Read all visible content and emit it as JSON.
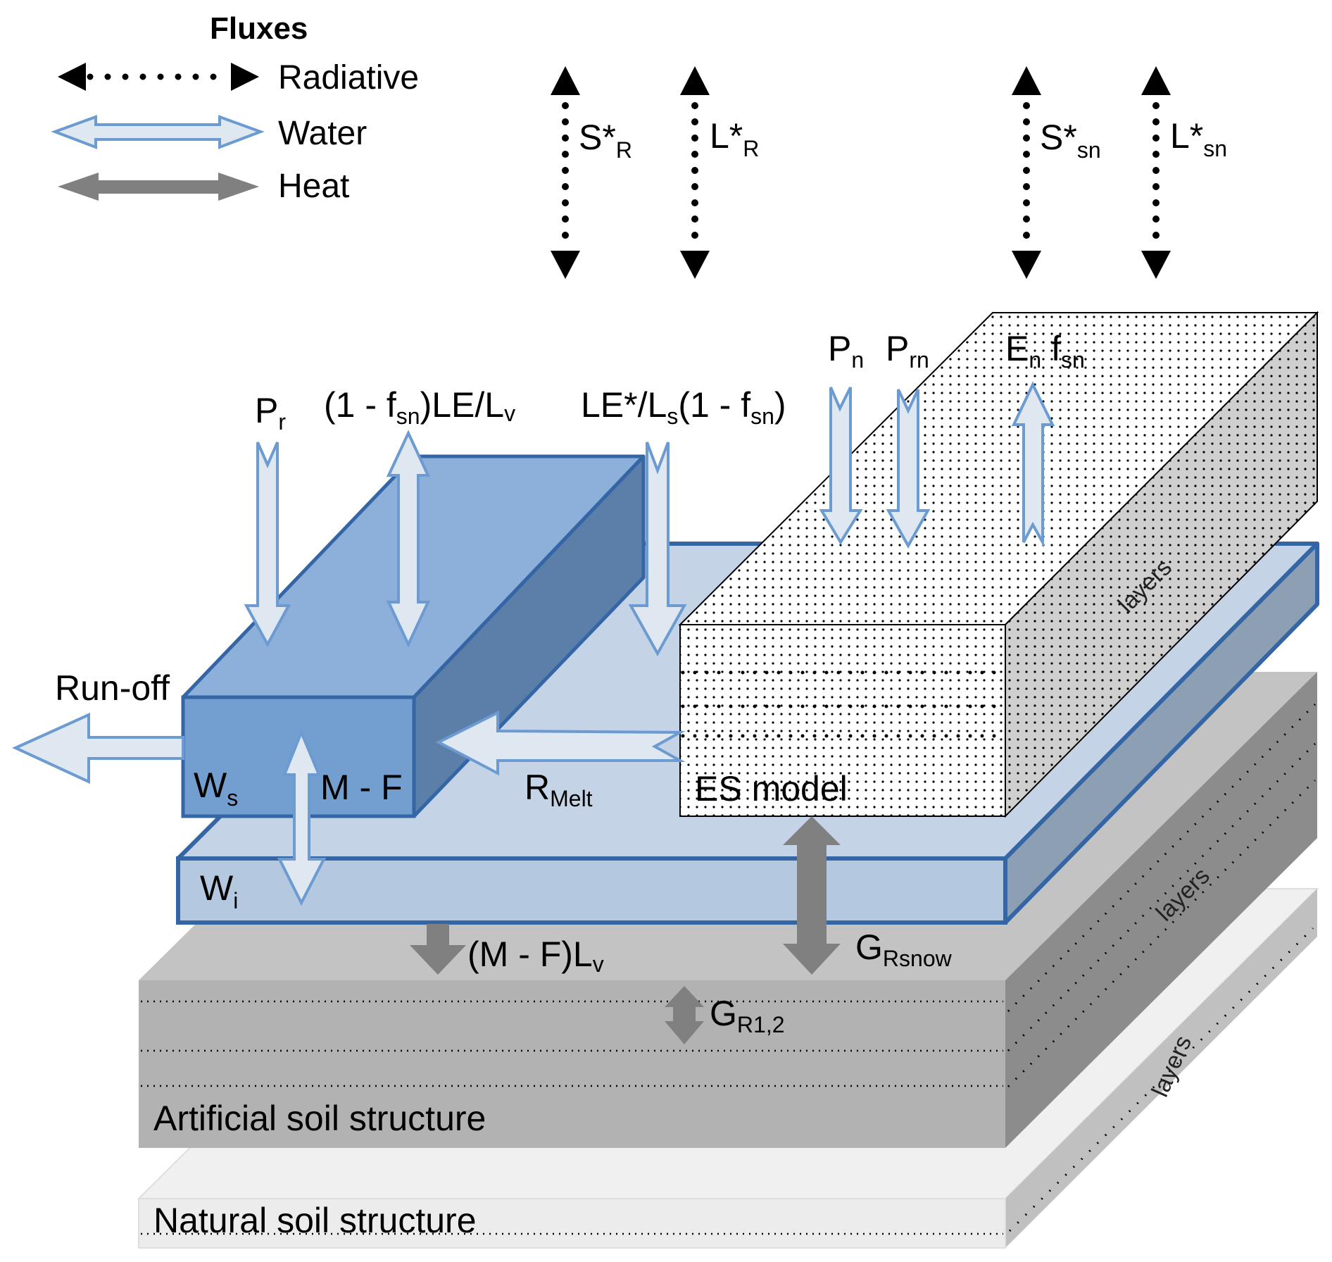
{
  "legend": {
    "title": "Fluxes",
    "items": [
      {
        "key": "radiative",
        "label": "Radiative"
      },
      {
        "key": "water",
        "label": "Water"
      },
      {
        "key": "heat",
        "label": "Heat"
      }
    ]
  },
  "colors": {
    "water_fill": "#dfe7f1",
    "water_stroke": "#6c9bd2",
    "heat": "#808080",
    "reservoir_top": "#8db0da",
    "reservoir_front": "#729fcf",
    "reservoir_side": "#5b7fa8",
    "reservoir_edge": "#3465a4",
    "ice_top": "#c4d4e6",
    "ice_front": "#b4c8df",
    "ice_side": "#8d9fb2",
    "soil_top": "#c3c3c3",
    "soil_front": "#b2b2b2",
    "soil_side": "#8c8c8c",
    "natural_top": "#f0f0f0",
    "natural_front": "#ececec",
    "natural_side": "#c0c0c0"
  },
  "radiative": {
    "s_road": {
      "main": "S*",
      "sub": "R"
    },
    "l_road": {
      "main": "L*",
      "sub": "R"
    },
    "s_snow": {
      "main": "S*",
      "sub": "sn"
    },
    "l_snow": {
      "main": "L*",
      "sub": "sn"
    }
  },
  "water_fluxes": {
    "p_r": {
      "main": "P",
      "sub": "r"
    },
    "evap_road": {
      "pre": "(1 - f",
      "sub": "sn",
      "post": ")LE/L",
      "sub2": "v"
    },
    "evap_ice": {
      "pre": "LE*/L",
      "sub": "s",
      "mid": "(1 - f",
      "sub2": "sn",
      "post": ")"
    },
    "p_n": {
      "main": "P",
      "sub": "n"
    },
    "p_rn": {
      "main": "P",
      "sub": "rn"
    },
    "e_n": {
      "main": "E",
      "sub": "n",
      "main2": " f",
      "sub2": "sn"
    },
    "runoff": "Run-off",
    "r_melt": {
      "main": "R",
      "sub": "Melt"
    },
    "m_f": "M - F"
  },
  "heat_fluxes": {
    "mf_lv": {
      "main": "(M - F)L",
      "sub": "v"
    },
    "g_rsnow": {
      "main": "G",
      "sub": "Rsnow"
    },
    "g_r12": {
      "main": "G",
      "sub": "R1,2"
    }
  },
  "stores": {
    "ws": {
      "main": "W",
      "sub": "s"
    },
    "wi": {
      "main": "W",
      "sub": "i"
    },
    "snow_model": "ES model"
  },
  "layers_label": "layers",
  "soil": {
    "artificial": "Artificial soil structure",
    "natural": "Natural soil structure"
  }
}
